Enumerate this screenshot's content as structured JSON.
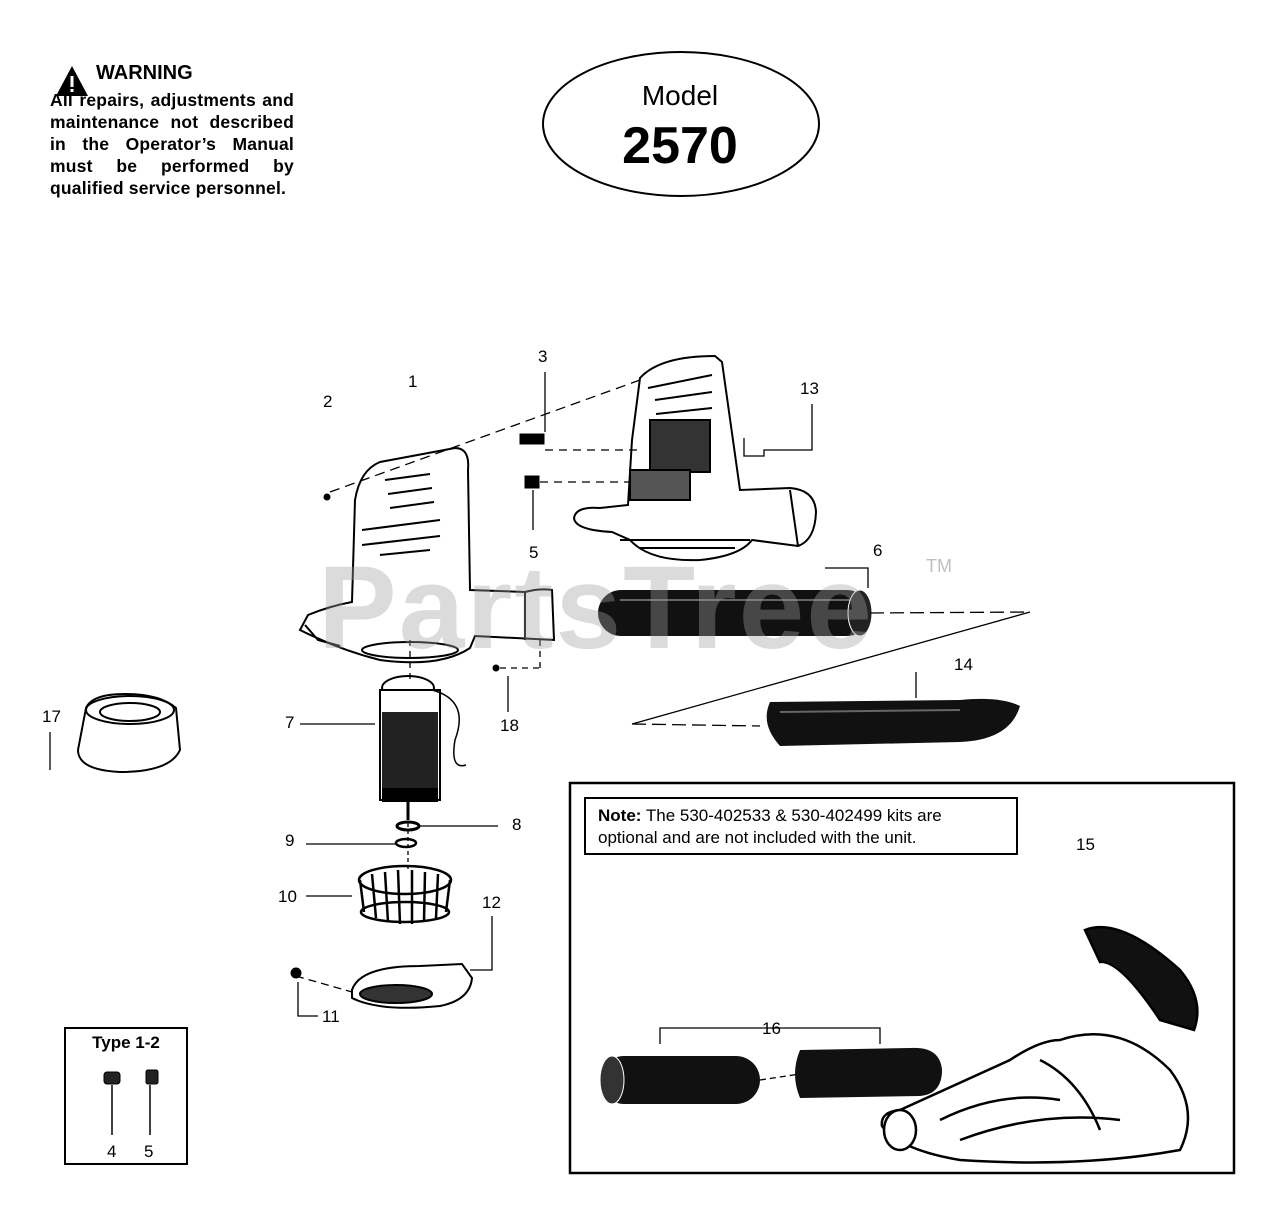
{
  "warning": {
    "title": "WARNING",
    "text": "All repairs, adjustments and maintenance not described in the Operator’s Manual must be performed by qualified service personnel."
  },
  "model": {
    "label": "Model",
    "number": "2570"
  },
  "note": {
    "label": "Note:",
    "text": "The 530-402533 & 530-402499 kits are optional and are not included with the unit."
  },
  "type_box": {
    "label": "Type 1-2"
  },
  "watermark": {
    "text": "PartsTree",
    "tm": "TM"
  },
  "part_numbers": [
    "1",
    "2",
    "3",
    "4",
    "5",
    "5",
    "6",
    "7",
    "8",
    "9",
    "10",
    "11",
    "12",
    "13",
    "14",
    "15",
    "16",
    "17",
    "18"
  ]
}
